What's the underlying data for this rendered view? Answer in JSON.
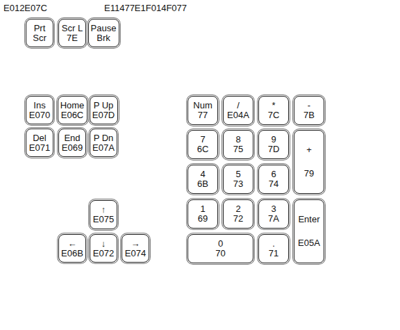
{
  "diagram": {
    "nodes": [
      {
        "text": [
          "Prt Scr"
        ]
      },
      {
        "text": [
          "Scr L",
          "7E"
        ]
      },
      {
        "text": [
          "Pause Brk"
        ]
      },
      {
        "text": [
          "Ins",
          "E070"
        ]
      },
      {
        "text": [
          "Home",
          "E06C"
        ]
      },
      {
        "text": [
          "P Up",
          "E07D"
        ]
      },
      {
        "text": [
          "Num",
          "77"
        ]
      },
      {
        "text": [
          "/",
          "E04A"
        ]
      },
      {
        "text": [
          "*",
          "7C"
        ]
      },
      {
        "text": [
          "-",
          "7B"
        ]
      },
      {
        "text": [
          "Del",
          "E071"
        ]
      },
      {
        "text": [
          "End",
          "E069"
        ]
      },
      {
        "text": [
          "P Dn",
          "E07A"
        ]
      },
      {
        "text": [
          "7",
          "6C"
        ]
      },
      {
        "text": [
          "8",
          "75"
        ]
      },
      {
        "text": [
          "9",
          "7D"
        ]
      },
      {
        "text": [
          "+",
          "79"
        ]
      },
      {
        "text": [
          "4",
          "6B"
        ]
      },
      {
        "text": [
          "5",
          "73"
        ]
      },
      {
        "text": [
          "6",
          "74"
        ]
      },
      {
        "text": [
          "↑",
          "E075"
        ]
      },
      {
        "text": [
          "1",
          "69"
        ]
      },
      {
        "text": [
          "2",
          "72"
        ]
      },
      {
        "text": [
          "3",
          "7A"
        ]
      },
      {
        "text": [
          "Enter",
          "E05A"
        ]
      },
      {
        "text": [
          "←",
          "E06B"
        ]
      },
      {
        "text": [
          "↓",
          "E072"
        ]
      },
      {
        "text": [
          "→",
          "E074"
        ]
      },
      {
        "text": [
          "0",
          "70"
        ]
      },
      {
        "text": [
          ".",
          "71"
        ]
      }
    ],
    "labels": [
      "E012E07C",
      "E11477E1F014F077"
    ]
  }
}
